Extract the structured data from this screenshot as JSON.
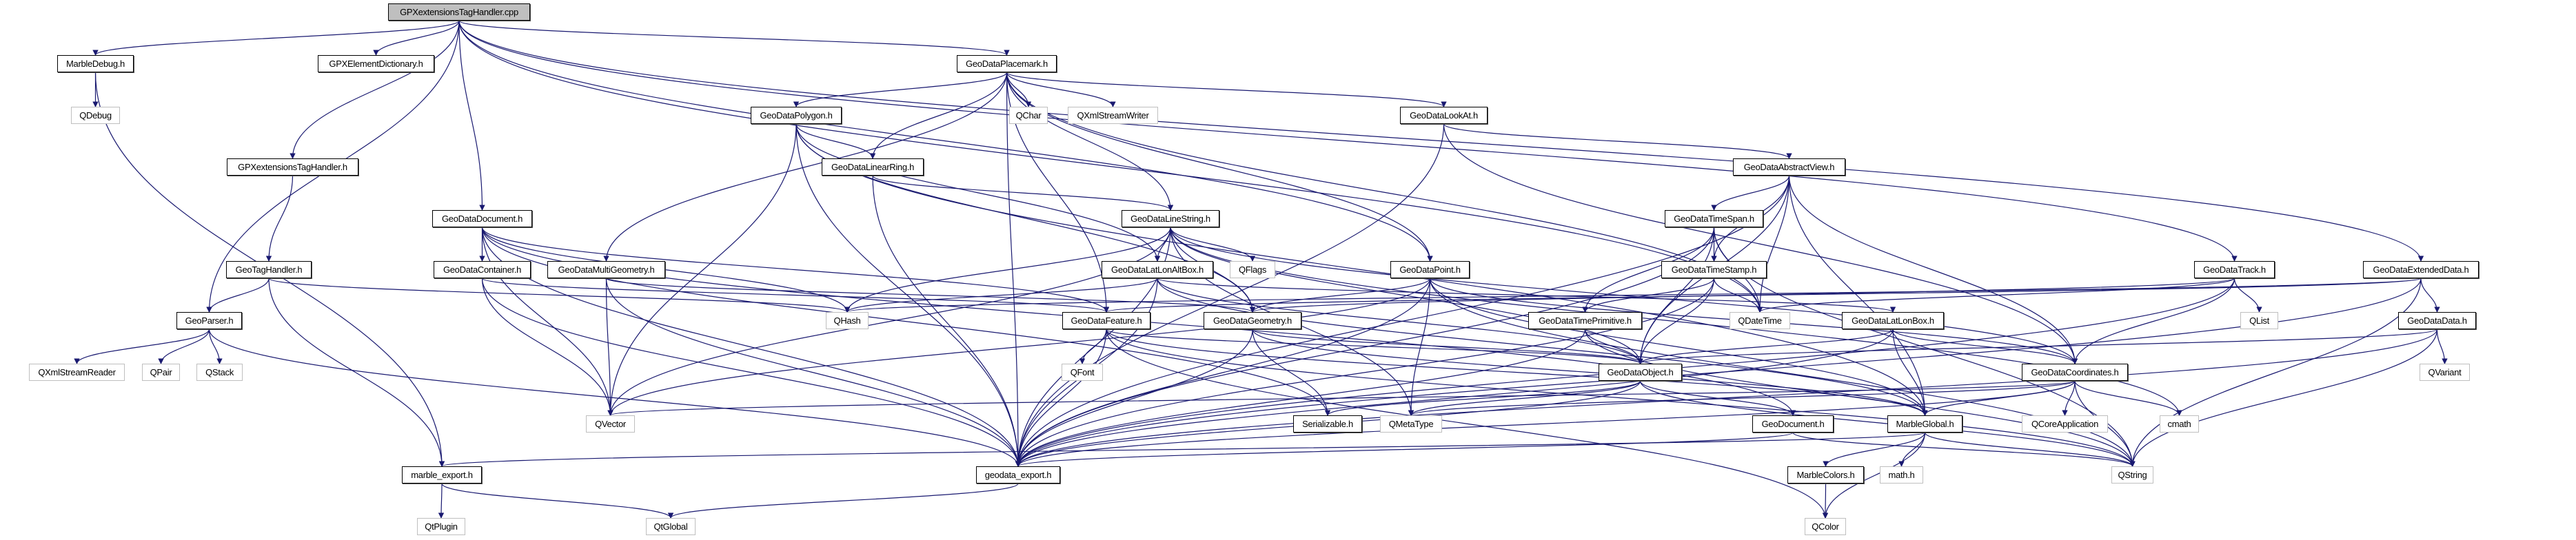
{
  "title": "GPXextensionsTagHandler.cpp include dependency graph",
  "colors": {
    "edge": "#191970",
    "node_border": "#000000",
    "external_border": "#bfbfbf",
    "root_fill": "#bfbfbf"
  },
  "nodes": [
    {
      "id": "n1",
      "label": "GPXextensionsTagHandler.cpp",
      "kind": "root"
    },
    {
      "id": "n2",
      "label": "MarbleDebug.h",
      "kind": "documented"
    },
    {
      "id": "n3",
      "label": "GPXElementDictionary.h",
      "kind": "documented"
    },
    {
      "id": "n4",
      "label": "GeoDataPlacemark.h",
      "kind": "documented"
    },
    {
      "id": "n5",
      "label": "QDebug",
      "kind": "external"
    },
    {
      "id": "n6",
      "label": "GeoDataPolygon.h",
      "kind": "documented"
    },
    {
      "id": "n7",
      "label": "QChar",
      "kind": "external"
    },
    {
      "id": "n8",
      "label": "QXmlStreamWriter",
      "kind": "external"
    },
    {
      "id": "n9",
      "label": "GeoDataLookAt.h",
      "kind": "documented"
    },
    {
      "id": "n10",
      "label": "GPXextensionsTagHandler.h",
      "kind": "documented"
    },
    {
      "id": "n11",
      "label": "GeoDataLinearRing.h",
      "kind": "documented"
    },
    {
      "id": "n12",
      "label": "GeoDataAbstractView.h",
      "kind": "documented"
    },
    {
      "id": "n13",
      "label": "GeoDataDocument.h",
      "kind": "documented"
    },
    {
      "id": "n14",
      "label": "GeoDataLineString.h",
      "kind": "documented"
    },
    {
      "id": "n15",
      "label": "GeoDataTimeSpan.h",
      "kind": "documented"
    },
    {
      "id": "n16",
      "label": "GeoTagHandler.h",
      "kind": "documented"
    },
    {
      "id": "n17",
      "label": "GeoDataContainer.h",
      "kind": "documented"
    },
    {
      "id": "n18",
      "label": "GeoDataMultiGeometry.h",
      "kind": "documented"
    },
    {
      "id": "n19",
      "label": "GeoDataLatLonAltBox.h",
      "kind": "documented"
    },
    {
      "id": "n20",
      "label": "QFlags",
      "kind": "external"
    },
    {
      "id": "n21",
      "label": "GeoDataPoint.h",
      "kind": "documented"
    },
    {
      "id": "n22",
      "label": "GeoDataTimeStamp.h",
      "kind": "documented"
    },
    {
      "id": "n23",
      "label": "GeoDataTrack.h",
      "kind": "documented"
    },
    {
      "id": "n24",
      "label": "GeoDataExtendedData.h",
      "kind": "documented"
    },
    {
      "id": "n25",
      "label": "GeoParser.h",
      "kind": "documented"
    },
    {
      "id": "n26",
      "label": "QHash",
      "kind": "external"
    },
    {
      "id": "n27",
      "label": "GeoDataFeature.h",
      "kind": "documented"
    },
    {
      "id": "n28",
      "label": "GeoDataGeometry.h",
      "kind": "documented"
    },
    {
      "id": "n29",
      "label": "GeoDataTimePrimitive.h",
      "kind": "documented"
    },
    {
      "id": "n30",
      "label": "QDateTime",
      "kind": "external"
    },
    {
      "id": "n31",
      "label": "GeoDataLatLonBox.h",
      "kind": "documented"
    },
    {
      "id": "n32",
      "label": "QList",
      "kind": "external"
    },
    {
      "id": "n33",
      "label": "GeoDataData.h",
      "kind": "documented"
    },
    {
      "id": "n34",
      "label": "QXmlStreamReader",
      "kind": "external"
    },
    {
      "id": "n35",
      "label": "QPair",
      "kind": "external"
    },
    {
      "id": "n36",
      "label": "QStack",
      "kind": "external"
    },
    {
      "id": "n37",
      "label": "QFont",
      "kind": "external"
    },
    {
      "id": "n38",
      "label": "GeoDataObject.h",
      "kind": "documented"
    },
    {
      "id": "n39",
      "label": "GeoDataCoordinates.h",
      "kind": "documented"
    },
    {
      "id": "n40",
      "label": "QVariant",
      "kind": "external"
    },
    {
      "id": "n41",
      "label": "QVector",
      "kind": "external"
    },
    {
      "id": "n42",
      "label": "Serializable.h",
      "kind": "documented"
    },
    {
      "id": "n43",
      "label": "QMetaType",
      "kind": "external"
    },
    {
      "id": "n44",
      "label": "GeoDocument.h",
      "kind": "documented"
    },
    {
      "id": "n45",
      "label": "MarbleGlobal.h",
      "kind": "documented"
    },
    {
      "id": "n46",
      "label": "QCoreApplication",
      "kind": "external"
    },
    {
      "id": "n47",
      "label": "cmath",
      "kind": "external"
    },
    {
      "id": "n48",
      "label": "marble_export.h",
      "kind": "documented"
    },
    {
      "id": "n49",
      "label": "geodata_export.h",
      "kind": "documented"
    },
    {
      "id": "n50",
      "label": "MarbleColors.h",
      "kind": "documented"
    },
    {
      "id": "n51",
      "label": "math.h",
      "kind": "external"
    },
    {
      "id": "n52",
      "label": "QString",
      "kind": "external"
    },
    {
      "id": "n53",
      "label": "QtPlugin",
      "kind": "external"
    },
    {
      "id": "n54",
      "label": "QtGlobal",
      "kind": "external"
    },
    {
      "id": "n55",
      "label": "QColor",
      "kind": "external"
    }
  ],
  "edges": [
    [
      "n1",
      "n2"
    ],
    [
      "n1",
      "n3"
    ],
    [
      "n1",
      "n4"
    ],
    [
      "n1",
      "n10"
    ],
    [
      "n1",
      "n13"
    ],
    [
      "n1",
      "n25"
    ],
    [
      "n1",
      "n21"
    ],
    [
      "n1",
      "n23"
    ],
    [
      "n1",
      "n24"
    ],
    [
      "n1",
      "n30"
    ],
    [
      "n2",
      "n5"
    ],
    [
      "n2",
      "n48"
    ],
    [
      "n10",
      "n16"
    ],
    [
      "n16",
      "n25"
    ],
    [
      "n16",
      "n48"
    ],
    [
      "n16",
      "n26"
    ],
    [
      "n25",
      "n34"
    ],
    [
      "n25",
      "n35"
    ],
    [
      "n25",
      "n36"
    ],
    [
      "n25",
      "n49"
    ],
    [
      "n4",
      "n6"
    ],
    [
      "n4",
      "n7"
    ],
    [
      "n4",
      "n8"
    ],
    [
      "n4",
      "n9"
    ],
    [
      "n4",
      "n11"
    ],
    [
      "n4",
      "n14"
    ],
    [
      "n4",
      "n18"
    ],
    [
      "n4",
      "n21"
    ],
    [
      "n4",
      "n27"
    ],
    [
      "n4",
      "n49"
    ],
    [
      "n4",
      "n30"
    ],
    [
      "n6",
      "n11"
    ],
    [
      "n6",
      "n19"
    ],
    [
      "n6",
      "n28"
    ],
    [
      "n6",
      "n41"
    ],
    [
      "n6",
      "n49"
    ],
    [
      "n6",
      "n45"
    ],
    [
      "n11",
      "n14"
    ],
    [
      "n11",
      "n49"
    ],
    [
      "n9",
      "n12"
    ],
    [
      "n9",
      "n39"
    ],
    [
      "n9",
      "n49"
    ],
    [
      "n12",
      "n15"
    ],
    [
      "n12",
      "n22"
    ],
    [
      "n12",
      "n30"
    ],
    [
      "n12",
      "n38"
    ],
    [
      "n12",
      "n39"
    ],
    [
      "n12",
      "n49"
    ],
    [
      "n12",
      "n45"
    ],
    [
      "n13",
      "n17"
    ],
    [
      "n13",
      "n26"
    ],
    [
      "n13",
      "n41"
    ],
    [
      "n13",
      "n49"
    ],
    [
      "n13",
      "n27"
    ],
    [
      "n13",
      "n44"
    ],
    [
      "n13",
      "n42"
    ],
    [
      "n17",
      "n27"
    ],
    [
      "n17",
      "n41"
    ],
    [
      "n17",
      "n49"
    ],
    [
      "n18",
      "n28"
    ],
    [
      "n18",
      "n41"
    ],
    [
      "n18",
      "n49"
    ],
    [
      "n14",
      "n19"
    ],
    [
      "n14",
      "n20"
    ],
    [
      "n14",
      "n28"
    ],
    [
      "n14",
      "n41"
    ],
    [
      "n14",
      "n49"
    ],
    [
      "n14",
      "n26"
    ],
    [
      "n14",
      "n43"
    ],
    [
      "n14",
      "n39"
    ],
    [
      "n14",
      "n38"
    ],
    [
      "n14",
      "n47"
    ],
    [
      "n19",
      "n31"
    ],
    [
      "n19",
      "n38"
    ],
    [
      "n19",
      "n49"
    ],
    [
      "n19",
      "n26"
    ],
    [
      "n19",
      "n45"
    ],
    [
      "n15",
      "n22"
    ],
    [
      "n15",
      "n29"
    ],
    [
      "n15",
      "n30"
    ],
    [
      "n15",
      "n38"
    ],
    [
      "n15",
      "n49"
    ],
    [
      "n15",
      "n52"
    ],
    [
      "n21",
      "n28"
    ],
    [
      "n21",
      "n39"
    ],
    [
      "n21",
      "n49"
    ],
    [
      "n21",
      "n43"
    ],
    [
      "n21",
      "n41"
    ],
    [
      "n21",
      "n45"
    ],
    [
      "n21",
      "n52"
    ],
    [
      "n22",
      "n29"
    ],
    [
      "n22",
      "n30"
    ],
    [
      "n22",
      "n38"
    ],
    [
      "n22",
      "n49"
    ],
    [
      "n23",
      "n32"
    ],
    [
      "n23",
      "n39"
    ],
    [
      "n23",
      "n30"
    ],
    [
      "n23",
      "n28"
    ],
    [
      "n23",
      "n49"
    ],
    [
      "n24",
      "n33"
    ],
    [
      "n24",
      "n26"
    ],
    [
      "n24",
      "n49"
    ],
    [
      "n24",
      "n52"
    ],
    [
      "n24",
      "n27"
    ],
    [
      "n27",
      "n37"
    ],
    [
      "n27",
      "n38"
    ],
    [
      "n27",
      "n49"
    ],
    [
      "n27",
      "n45"
    ],
    [
      "n27",
      "n55"
    ],
    [
      "n27",
      "n52"
    ],
    [
      "n28",
      "n38"
    ],
    [
      "n28",
      "n42"
    ],
    [
      "n28",
      "n49"
    ],
    [
      "n28",
      "n45"
    ],
    [
      "n29",
      "n38"
    ],
    [
      "n29",
      "n49"
    ],
    [
      "n29",
      "n52"
    ],
    [
      "n31",
      "n38"
    ],
    [
      "n31",
      "n39"
    ],
    [
      "n31",
      "n45"
    ],
    [
      "n31",
      "n49"
    ],
    [
      "n33",
      "n40"
    ],
    [
      "n33",
      "n38"
    ],
    [
      "n33",
      "n49"
    ],
    [
      "n33",
      "n52"
    ],
    [
      "n38",
      "n42"
    ],
    [
      "n38",
      "n43"
    ],
    [
      "n38",
      "n44"
    ],
    [
      "n38",
      "n49"
    ],
    [
      "n38",
      "n52"
    ],
    [
      "n39",
      "n45"
    ],
    [
      "n39",
      "n46"
    ],
    [
      "n39",
      "n47"
    ],
    [
      "n39",
      "n52"
    ],
    [
      "n39",
      "n41"
    ],
    [
      "n39",
      "n43"
    ],
    [
      "n39",
      "n49"
    ],
    [
      "n44",
      "n49"
    ],
    [
      "n44",
      "n52"
    ],
    [
      "n45",
      "n50"
    ],
    [
      "n45",
      "n51"
    ],
    [
      "n45",
      "n52"
    ],
    [
      "n45",
      "n55"
    ],
    [
      "n45",
      "n48"
    ],
    [
      "n48",
      "n53"
    ],
    [
      "n48",
      "n54"
    ],
    [
      "n49",
      "n54"
    ],
    [
      "n50",
      "n55"
    ]
  ]
}
